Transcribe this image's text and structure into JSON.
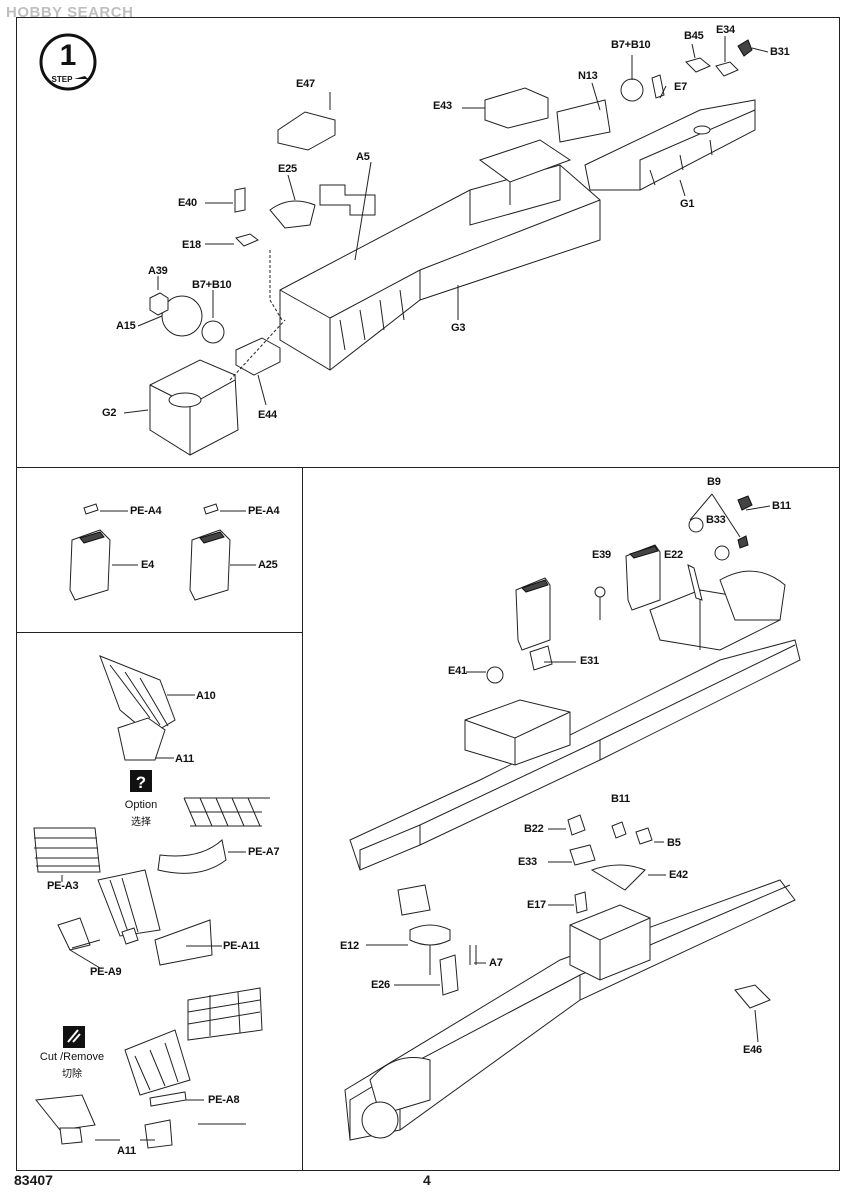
{
  "header": {
    "watermark": "HOBBY SEARCH"
  },
  "step": {
    "number": "1",
    "label": "STEP"
  },
  "footer": {
    "product_code": "83407",
    "page_number": "4"
  },
  "option": {
    "label_en": "Option",
    "label_cn": "选择"
  },
  "cut": {
    "label_en": "Cut /Remove",
    "label_cn": "切除"
  },
  "parts": {
    "top": [
      "E47",
      "E43",
      "N13",
      "B7+B10",
      "B45",
      "E34",
      "B31",
      "E7",
      "G1",
      "E25",
      "A5",
      "E40",
      "E18",
      "A39",
      "B7+B10",
      "A15",
      "G2",
      "E44",
      "G3"
    ],
    "mid_left": [
      "PE-A4",
      "E4",
      "PE-A4",
      "A25"
    ],
    "lower_left": [
      "A10",
      "A11",
      "PE-A7",
      "PE-A3",
      "PE-A11",
      "PE-A9",
      "PE-A8",
      "A11"
    ],
    "right": [
      "B9",
      "B11",
      "B33",
      "E39",
      "E22",
      "E41",
      "E31",
      "B11",
      "B22",
      "B5",
      "E33",
      "E42",
      "E17",
      "E12",
      "A7",
      "E26",
      "E46"
    ]
  }
}
